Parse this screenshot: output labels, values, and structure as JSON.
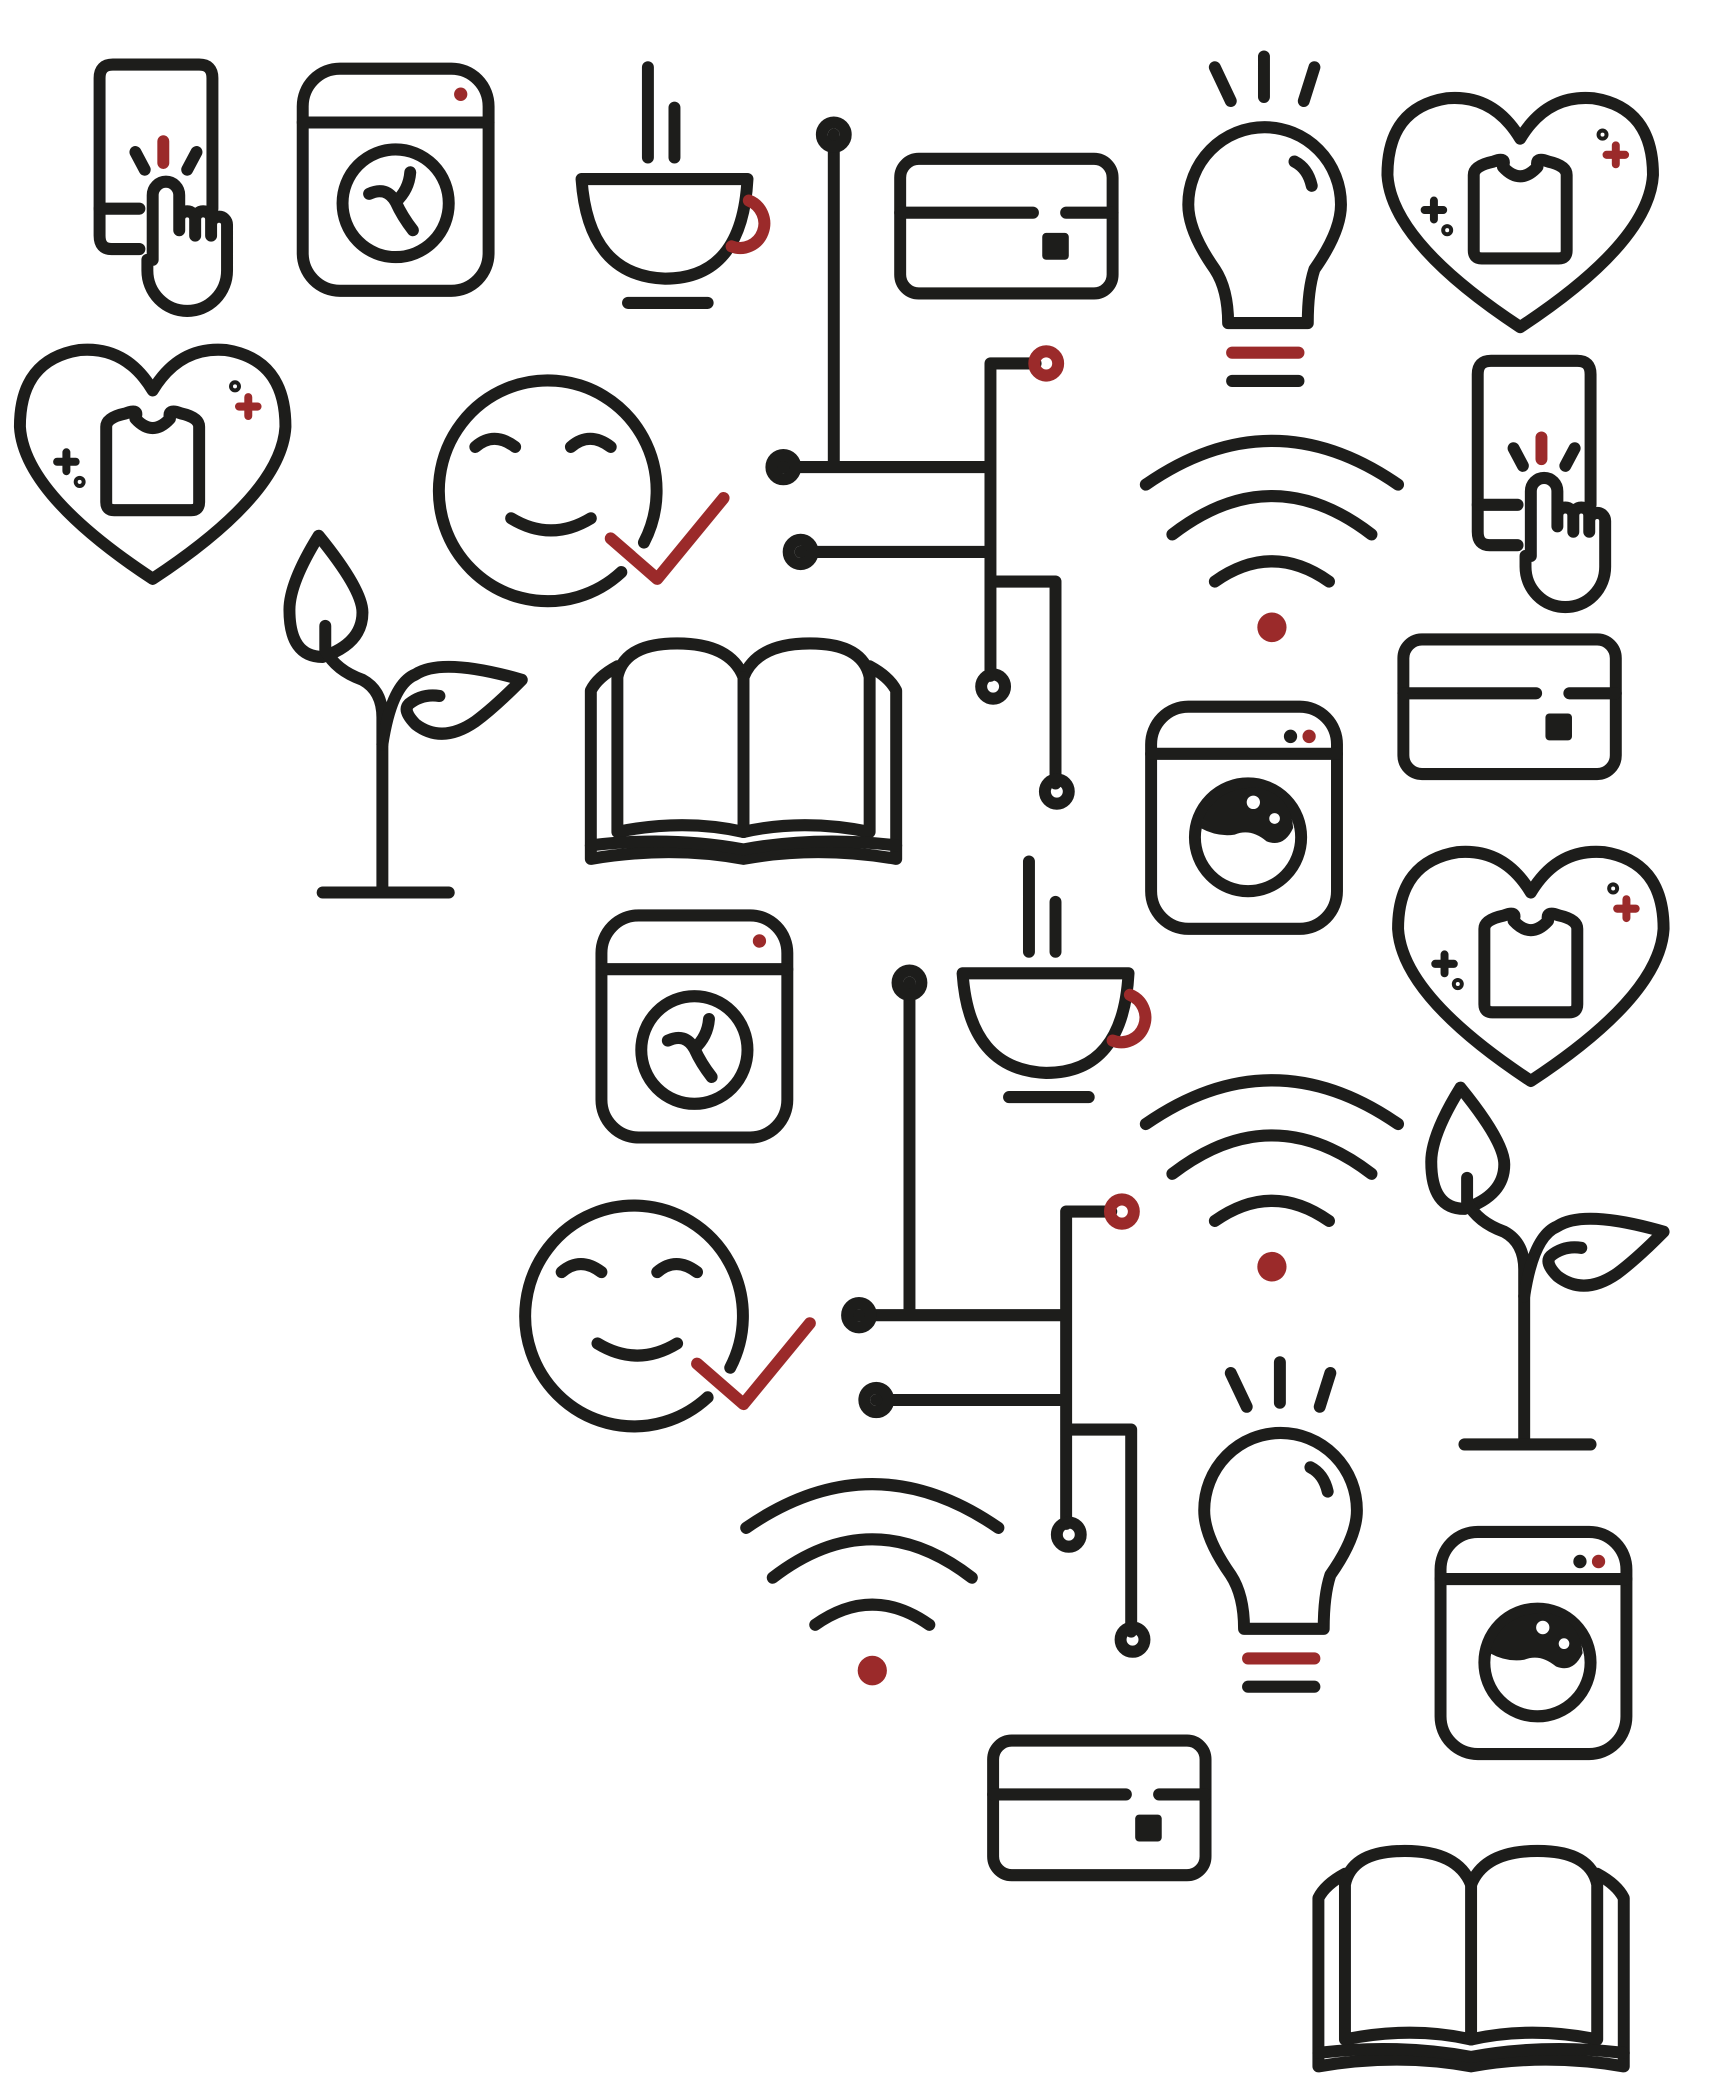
{
  "colors": {
    "ink": "#1d1d1b",
    "accent": "#9b2a2a",
    "background": "#ffffff"
  },
  "icons": [
    "phone-tap",
    "washing-machine-fan",
    "coffee-cup",
    "circuit",
    "credit-card",
    "lightbulb",
    "heart-shirt",
    "smiley-check",
    "wifi",
    "plant-sprout",
    "open-book",
    "washing-machine-bubbles"
  ]
}
